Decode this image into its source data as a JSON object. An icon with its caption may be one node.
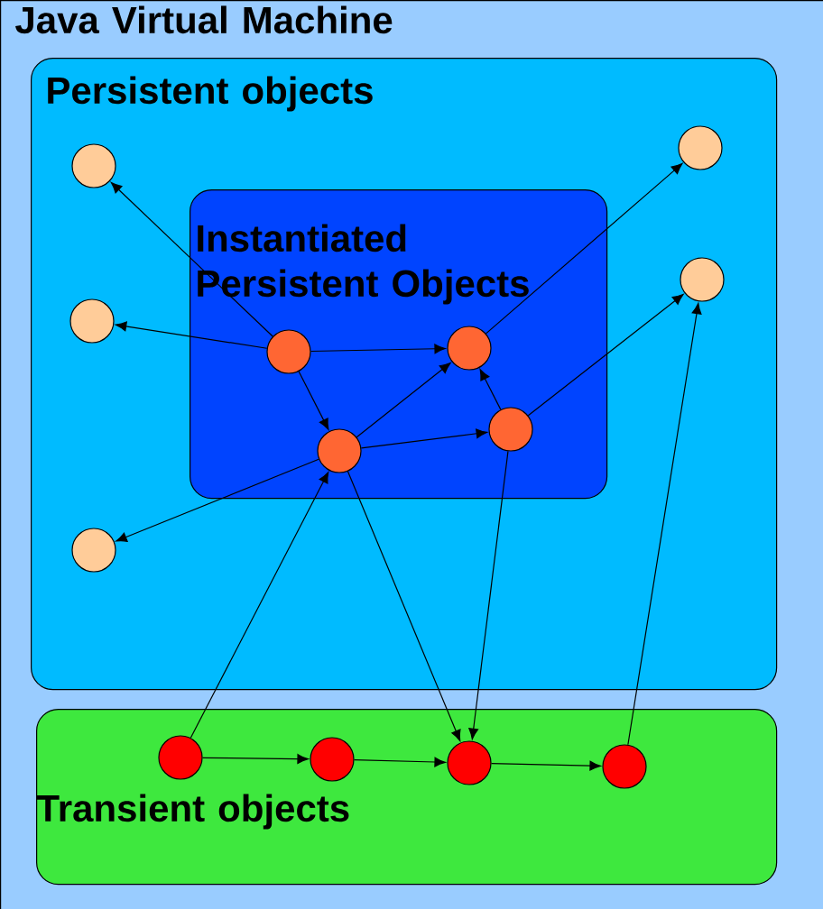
{
  "diagram": {
    "nodes": [
      {
        "text": [
          "Java Virtual Machine"
        ]
      },
      {
        "text": [
          "Persistent objects"
        ],
        "in": 0
      },
      {
        "text": [
          "Instantiated Persistent Objects"
        ],
        "in": 1
      },
      {
        "text": [],
        "shape": "circle",
        "in": 2
      },
      {
        "text": [],
        "shape": "circle",
        "in": 2
      },
      {
        "text": [],
        "shape": "circle",
        "in": 2
      },
      {
        "text": [],
        "shape": "circle",
        "in": 2
      },
      {
        "text": [],
        "shape": "circle",
        "in": 1
      },
      {
        "text": [],
        "shape": "circle",
        "in": 1
      },
      {
        "text": [],
        "shape": "circle",
        "in": 1
      },
      {
        "text": [],
        "shape": "circle",
        "in": 1
      },
      {
        "text": [],
        "shape": "circle",
        "in": 1
      },
      {
        "text": [
          "Transient objects"
        ],
        "in": 0
      },
      {
        "text": [],
        "shape": "circle",
        "in": 12
      },
      {
        "text": [],
        "shape": "circle",
        "in": 12
      },
      {
        "text": [],
        "shape": "circle",
        "in": 12
      },
      {
        "text": [],
        "shape": "circle",
        "in": 12
      }
    ],
    "edges": [
      {
        "from": 3,
        "to": 7,
        "arrow": "to"
      },
      {
        "from": 3,
        "to": 8,
        "arrow": "to"
      },
      {
        "from": 3,
        "to": 4,
        "arrow": "to"
      },
      {
        "from": 3,
        "to": 5,
        "arrow": "to"
      },
      {
        "from": 5,
        "to": 4,
        "arrow": "to"
      },
      {
        "from": 5,
        "to": 6,
        "arrow": "to"
      },
      {
        "from": 5,
        "to": 9,
        "arrow": "to"
      },
      {
        "from": 6,
        "to": 4,
        "arrow": "to"
      },
      {
        "from": 6,
        "to": 11,
        "arrow": "to"
      },
      {
        "from": 4,
        "to": 10,
        "arrow": "to"
      },
      {
        "from": 13,
        "to": 5,
        "arrow": "to"
      },
      {
        "from": 5,
        "to": 15,
        "arrow": "to"
      },
      {
        "from": 6,
        "to": 15,
        "arrow": "to"
      },
      {
        "from": 16,
        "to": 11,
        "arrow": "to"
      },
      {
        "from": 13,
        "to": 14,
        "arrow": "to"
      },
      {
        "from": 14,
        "to": 15,
        "arrow": "to"
      },
      {
        "from": 15,
        "to": 16,
        "arrow": "to"
      }
    ]
  }
}
